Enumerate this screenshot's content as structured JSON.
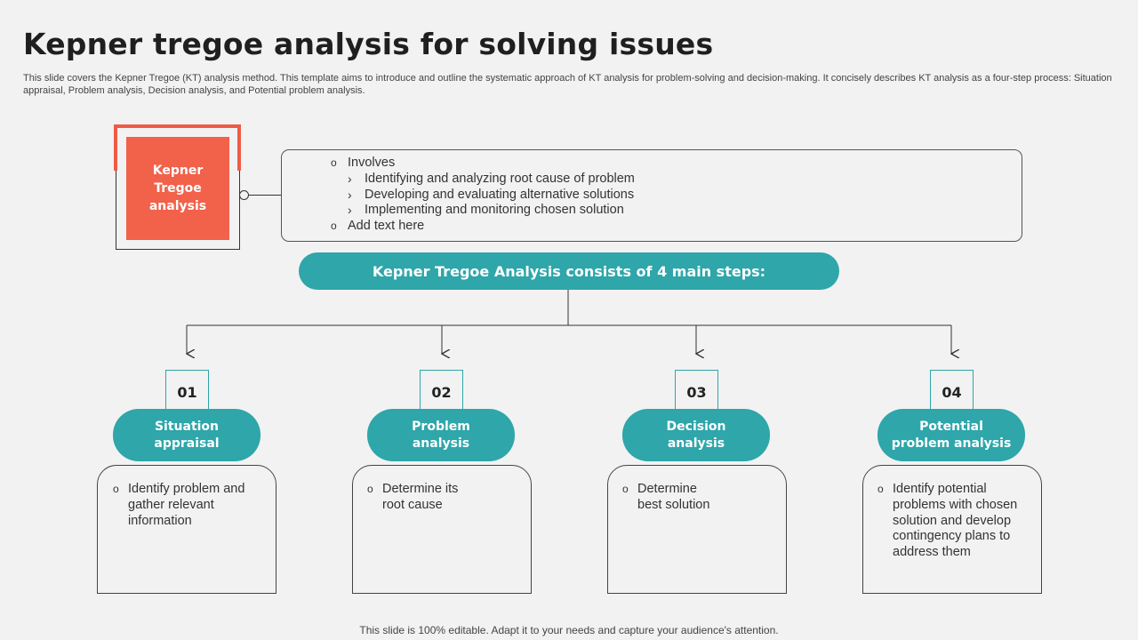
{
  "header": {
    "title": "Kepner tregoe analysis for solving issues",
    "subtitle": "This slide covers the Kepner Tregoe (KT) analysis method. This template aims to introduce and outline the systematic approach of KT analysis for problem-solving and decision-making. It concisely describes KT analysis as a four-step process: Situation appraisal, Problem analysis, Decision analysis, and Potential problem analysis."
  },
  "kepner_box": {
    "label": "Kepner\nTregoe\nanalysis"
  },
  "description": {
    "bullet_marker": "o",
    "sub_marker": "›",
    "involves": "Involves",
    "sub_items": [
      "Identifying  and analyzing root cause of problem",
      "Developing  and evaluating  alternative solutions",
      "Implementing  and monitoring chosen solution"
    ],
    "add_text": "Add text here"
  },
  "banner": {
    "label": "Kepner Tregoe Analysis consists of 4 main steps:"
  },
  "steps": [
    {
      "number": "01",
      "title": "Situation\nappraisal",
      "text": "Identify problem and\ngather relevant\ninformation"
    },
    {
      "number": "02",
      "title": "Problem\nanalysis",
      "text": "Determine its\nroot cause"
    },
    {
      "number": "03",
      "title": "Decision\nanalysis",
      "text": "Determine\nbest solution"
    },
    {
      "number": "04",
      "title": "Potential\nproblem analysis",
      "text": "Identify potential\nproblems with chosen\nsolution and develop\ncontingency plans to\naddress them"
    }
  ],
  "footer": {
    "text": "This slide is 100% editable. Adapt it to your needs and capture your audience's attention."
  },
  "colors": {
    "accent_teal": "#2ea6aa",
    "accent_red": "#f2614a",
    "background": "#f2f2f2"
  }
}
